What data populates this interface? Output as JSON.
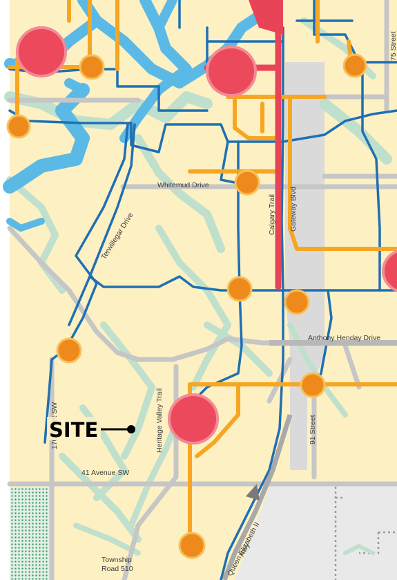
{
  "map": {
    "site_label": "SITE",
    "road_labels": {
      "street_75": "75 Street",
      "whitemud": "Whitemud Drive",
      "terwillegar": "Terwillegar Drive",
      "calgary_trail": "Calgary Trail",
      "gateway": "Gateway Blvd",
      "anthony_henday": "Anthony Henday Drive",
      "street_170": "170 Street SW",
      "heritage_valley": "Heritage Valley Trail",
      "street_91": "91 Street",
      "avenue_41": "41 Avenue SW",
      "qe2_line1": "Queen Elizabeth II",
      "qe2_line2": "Hwy",
      "township_line1": "Township",
      "township_line2": "Road 510"
    },
    "colors": {
      "land": "#fdf0c2",
      "river": "#5bb9e6",
      "green_corridor": "#bfe0cc",
      "arterial_road": "#c6c6c6",
      "highway": "#b8b8b8",
      "transit_blue": "#1f6fb4",
      "transit_orange": "#f6a623",
      "lrt_red": "#e84458",
      "node_orange": "#ee8a1c",
      "node_red": "#ec4a5c"
    }
  }
}
